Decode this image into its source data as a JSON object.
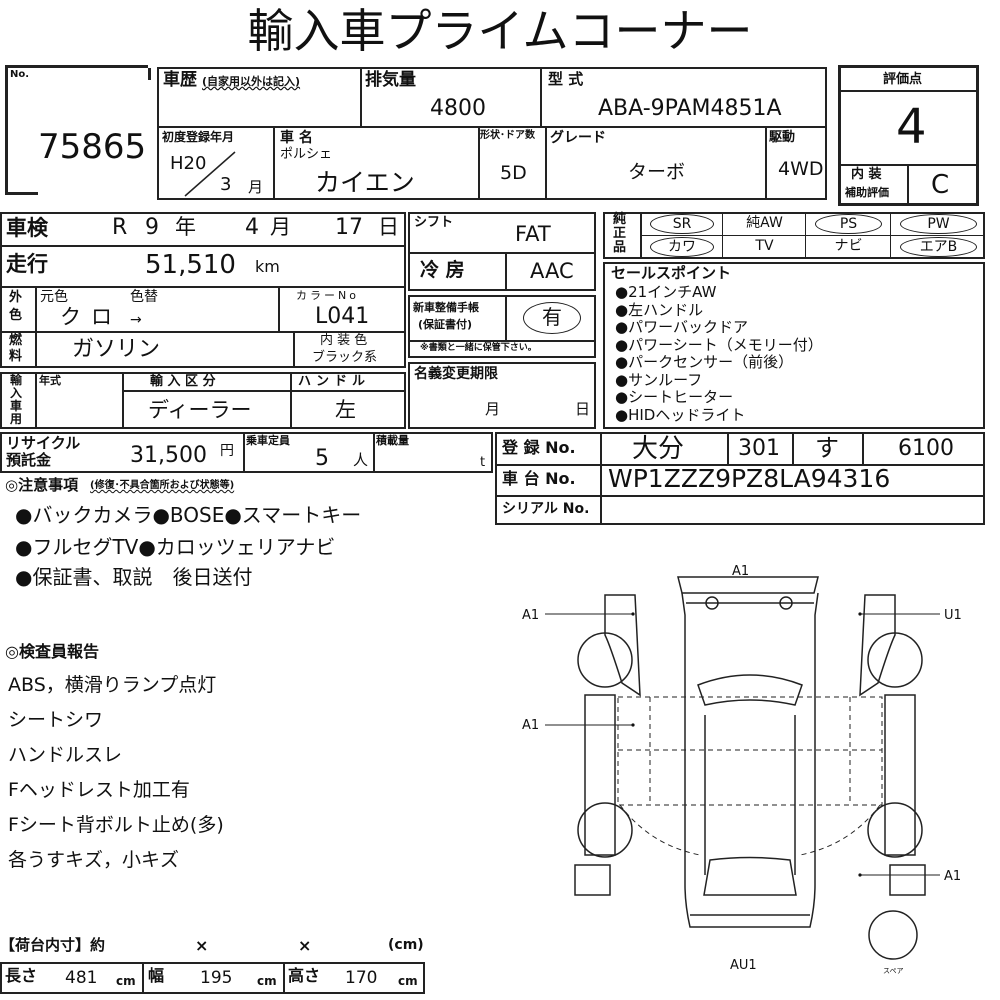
{
  "title": "輸入車プライムコーナー",
  "lot": {
    "label": "No.",
    "number": "75865"
  },
  "history": {
    "label": "車歴",
    "note": "(自家用以外は記入)",
    "value": ""
  },
  "displacement": {
    "label": "排気量",
    "value": "4800"
  },
  "model_code": {
    "label": "型 式",
    "value": "ABA-9PAM4851A"
  },
  "first_reg": {
    "label": "初度登録年月",
    "year": "H20",
    "month": "3",
    "month_unit": "月"
  },
  "car_name": {
    "label": "車 名",
    "maker": "ポルシェ",
    "name": "カイエン"
  },
  "body": {
    "label": "形状･ドア数",
    "value": "5D"
  },
  "grade": {
    "label": "グレード",
    "value": "ターボ"
  },
  "drive": {
    "label": "駆動",
    "value": "4WD"
  },
  "score": {
    "label": "評価点",
    "value": "4",
    "interior_label_1": "内 装",
    "interior_label_2": "補助評価",
    "interior_value": "C"
  },
  "inspection": {
    "label": "車検",
    "era": "R",
    "year": "9",
    "year_unit": "年",
    "month": "4",
    "month_unit": "月",
    "day": "17",
    "day_unit": "日"
  },
  "mileage": {
    "label": "走行",
    "value": "51,510",
    "unit": "km"
  },
  "exterior": {
    "label_1": "外",
    "label_2": "色",
    "orig_label": "元色",
    "change_label": "色替",
    "orig": "クロ",
    "arrow": "→",
    "colorno_label": "カラーNo",
    "colorno": "L041"
  },
  "fuel": {
    "label_1": "燃",
    "label_2": "料",
    "value": "ガソリン",
    "interior_label": "内 装 色",
    "interior": "ブラック系"
  },
  "import": {
    "label": "輸入車用",
    "year_label": "年式",
    "year": "",
    "type_label": "輸 入 区 分",
    "type": "ディーラー",
    "handle_label": "ハンドル",
    "handle": "左"
  },
  "shift": {
    "label": "シフト",
    "value": "FAT"
  },
  "ac": {
    "label": "冷 房",
    "value": "AAC"
  },
  "manual": {
    "label_1": "新車整備手帳",
    "label_2": "(保証書付)",
    "value": "有",
    "note": "※書類と一緒に保管下さい。"
  },
  "name_change": {
    "label": "名義変更期限",
    "month": "月",
    "day": "日"
  },
  "genuine": {
    "label": "純正品",
    "items": [
      {
        "t": "SR",
        "c": true
      },
      {
        "t": "純AW",
        "c": false
      },
      {
        "t": "PS",
        "c": true
      },
      {
        "t": "PW",
        "c": true
      },
      {
        "t": "カワ",
        "c": true
      },
      {
        "t": "TV",
        "c": false
      },
      {
        "t": "ナビ",
        "c": false
      },
      {
        "t": "エアB",
        "c": true
      }
    ]
  },
  "sales": {
    "label": "セールスポイント",
    "items": [
      "●21インチAW",
      "●左ハンドル",
      "●パワーバックドア",
      "●パワーシート（メモリー付）",
      "●パークセンサー（前後）",
      "●サンルーフ",
      "●シートヒーター",
      "●HIDヘッドライト"
    ]
  },
  "recycle": {
    "label_1": "リサイクル",
    "label_2": "預託金",
    "value": "31,500",
    "unit": "円"
  },
  "capacity": {
    "label": "乗車定員",
    "value": "5",
    "unit": "人"
  },
  "load": {
    "label": "積載量",
    "value": "",
    "unit": "t"
  },
  "registration": {
    "label": "登 録 No.",
    "area": "大分",
    "class": "301",
    "kana": "す",
    "number": "6100"
  },
  "chassis": {
    "label": "車 台 No.",
    "value": "WP1ZZZ9PZ8LA94316"
  },
  "serial": {
    "label": "シリアル No.",
    "value": ""
  },
  "notice": {
    "label": "◎注意事項",
    "sub": "(修復･不具合箇所および状態等)",
    "lines": [
      "●バックカメラ●BOSE●スマートキー",
      "●フルセグTV●カロッツェリアナビ",
      "●保証書、取説　後日送付"
    ]
  },
  "report": {
    "label": "◎検査員報告",
    "lines": [
      "ABS，横滑りランプ点灯",
      "シートシワ",
      "ハンドルスレ",
      "Fヘッドレスト加工有",
      "Fシート背ボルト止め(多)",
      "各うすキズ，小キズ"
    ]
  },
  "cargo": {
    "label": "【荷台内寸】約",
    "x1": "×",
    "x2": "×",
    "unit_label": "(cm)",
    "length_label": "長さ",
    "length": "481",
    "width_label": "幅",
    "width": "195",
    "height_label": "高さ",
    "height": "170",
    "unit": "cm"
  },
  "diagram": {
    "front": "A1",
    "left_front_door": "A1",
    "right_front_door": "U1",
    "left_side": "A1",
    "right_rear": "A1",
    "rear": "AU1",
    "spare": "スペア"
  }
}
